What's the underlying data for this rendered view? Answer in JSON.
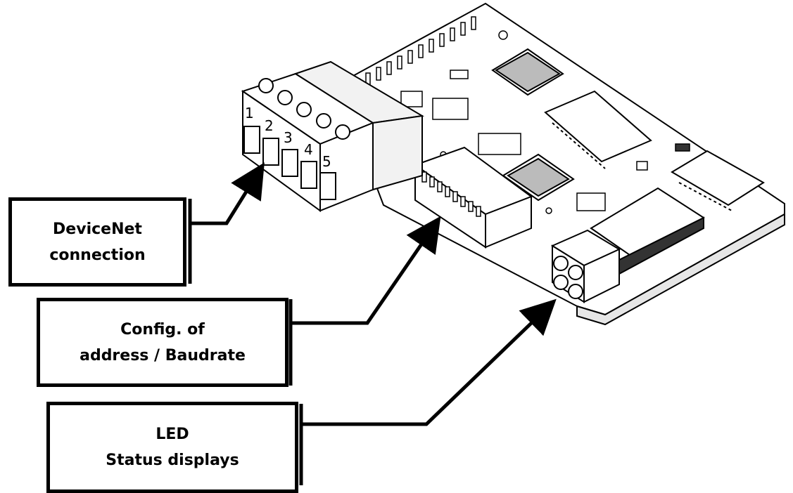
{
  "terminal": {
    "pins": [
      "1",
      "2",
      "3",
      "4",
      "5"
    ]
  },
  "callouts": {
    "devicenet": {
      "line1": "DeviceNet",
      "line2": "connection"
    },
    "config": {
      "line1": "Config. of",
      "line2": "address / Baudrate"
    },
    "led": {
      "line1": "LED",
      "line2": "Status displays"
    }
  },
  "colors": {
    "ink": "#000000",
    "paper": "#ffffff",
    "board_shade": "#d9d9d9"
  }
}
